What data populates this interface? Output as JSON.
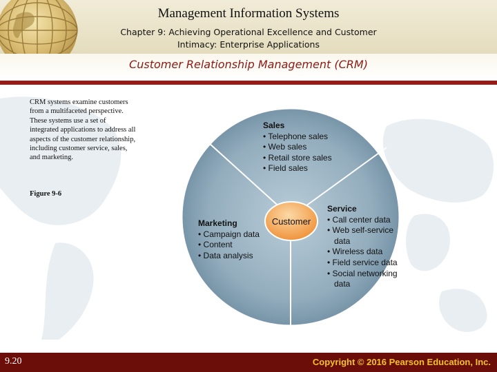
{
  "header": {
    "title": "Management Information Systems",
    "subtitle": "Chapter 9: Achieving Operational Excellence and Customer Intimacy: Enterprise Applications"
  },
  "slide": {
    "heading": "Customer Relationship Management (CRM)",
    "body": "CRM systems examine customers from a multifaceted perspective. These systems use a set of integrated applications to address all aspects of the customer relationship, including customer service, sales, and marketing.",
    "figure_label": "Figure 9-6"
  },
  "diagram": {
    "center": "Customer",
    "segments": {
      "sales": {
        "title": "Sales",
        "items": [
          "Telephone sales",
          "Web sales",
          "Retail store sales",
          "Field sales"
        ]
      },
      "service": {
        "title": "Service",
        "items": [
          "Call center data",
          "Web self-service data",
          "Wireless data",
          "Field service data",
          "Social networking data"
        ]
      },
      "marketing": {
        "title": "Marketing",
        "items": [
          "Campaign data",
          "Content",
          "Data analysis"
        ]
      }
    }
  },
  "footer": {
    "page_number": "9.20",
    "copyright": "Copyright © 2016 Pearson Education, Inc."
  },
  "colors": {
    "accent_red": "#9a1b16",
    "footer_bg": "#6b0e0a",
    "copyright_text": "#f2c228",
    "circle_fill": "#8fa9b9",
    "center_fill": "#f3a14e"
  },
  "icons": [
    "globe-logo"
  ]
}
